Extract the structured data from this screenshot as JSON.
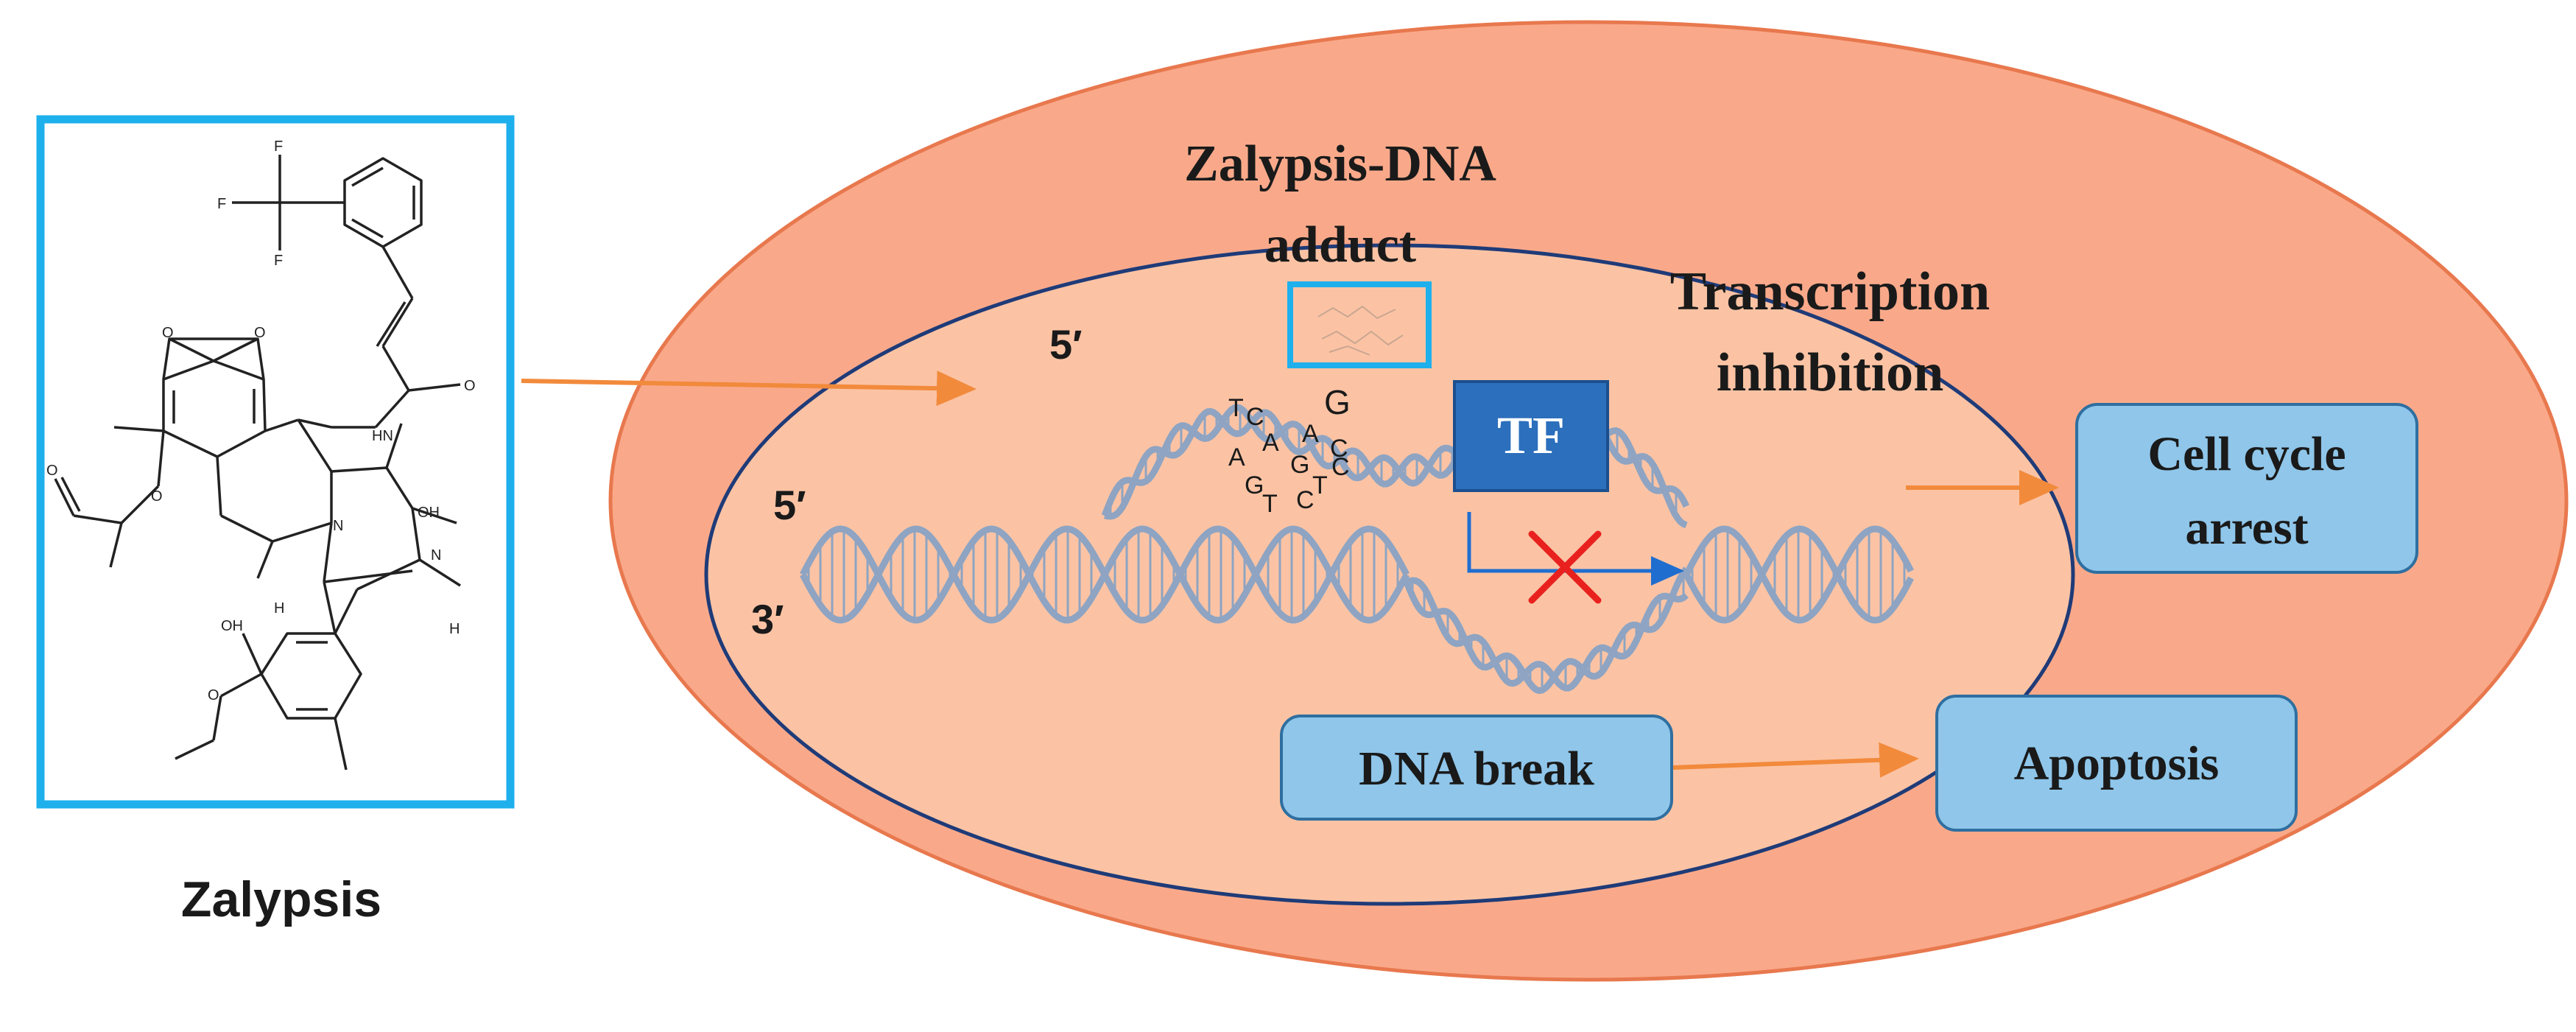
{
  "drug": {
    "name": "Zalypsis",
    "atom_labels": {
      "f1": "F",
      "f2": "F",
      "f3": "F",
      "o_carbonyl": "O",
      "nh": "HN",
      "oh_top": "OH",
      "n_ring": "N",
      "n_methyl": "N",
      "h1": "H",
      "h2": "H",
      "oh_phenol": "OH",
      "o_methoxy": "O",
      "o_acetyl_top": "O",
      "o_acetyl": "O",
      "o_diox1": "O",
      "o_diox2": "O"
    }
  },
  "dna": {
    "adduct_label_line1": "Zalypsis-DNA",
    "adduct_label_line2": "adduct",
    "strand_labels": {
      "top_loop_5prime": "5′",
      "duplex_5prime": "5′",
      "duplex_3prime": "3′"
    },
    "bases": [
      "T",
      "C",
      "A",
      "A",
      "G",
      "G",
      "C",
      "A",
      "G",
      "T",
      "C",
      "T",
      "C"
    ]
  },
  "transcription": {
    "label_line1": "Transcription",
    "label_line2": "inhibition",
    "factor_label": "TF"
  },
  "outcomes": {
    "cell_cycle_line1": "Cell cycle",
    "cell_cycle_line2": "arrest",
    "dna_break": "DNA break",
    "apoptosis": "Apoptosis"
  },
  "colors": {
    "cell_fill": "#f9a98a",
    "cell_stroke": "#e8784e",
    "nucleus_fill": "#fbc3a4",
    "nucleus_stroke": "#1f3b78",
    "dna": "#8ea4c2",
    "frame": "#1eb0ec",
    "arrow_orange": "#f28a3c",
    "box_fill": "#8fc6ea",
    "box_stroke": "#2f6fa0",
    "tf_fill": "#2c6fbc",
    "inhibit_red": "#e8211f",
    "transcribe_arrow": "#1f6ecf"
  }
}
